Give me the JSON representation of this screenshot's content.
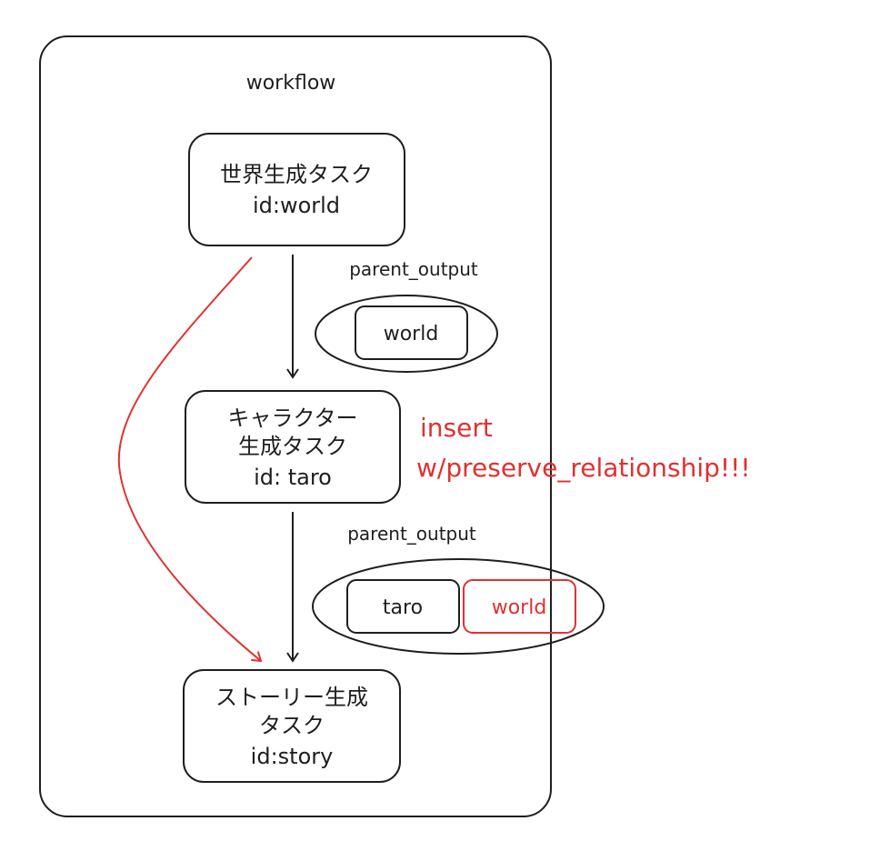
{
  "workflow_label": "workflow",
  "colors": {
    "ink": "#1e1e1e",
    "accent": "#e03131"
  },
  "tasks": [
    {
      "lines": [
        "世界生成タスク",
        "id:world"
      ]
    },
    {
      "lines": [
        "キャラクター",
        "生成タスク",
        "id: taro"
      ]
    },
    {
      "lines": [
        "ストーリー生成",
        "タスク",
        "id:story"
      ]
    }
  ],
  "edges": [
    {
      "label": "parent_output",
      "outputs": [
        "world"
      ]
    },
    {
      "label": "parent_output",
      "outputs": [
        "taro",
        "world"
      ]
    }
  ],
  "annotation": {
    "line1": "insert",
    "line2": "w/preserve_relationship!!!"
  }
}
